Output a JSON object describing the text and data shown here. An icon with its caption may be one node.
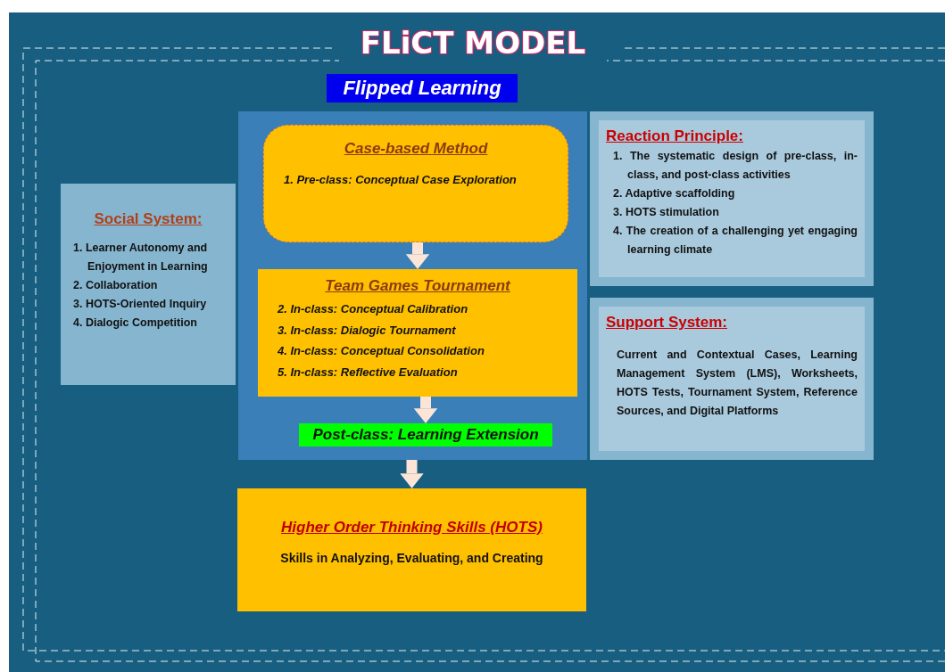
{
  "diagram": {
    "title": "FLiCT MODEL",
    "nodes": [
      {
        "text": [],
        "shape": "box"
      },
      {
        "text": [
          "Case-based Method",
          "1. Pre-class: Conceptual Case Exploration"
        ],
        "in": 0
      },
      {
        "text": [
          "Team Games Tournament",
          "2. In-class: Conceptual Calibration",
          "3. In-class: Dialogic Tournament",
          "4. In-class: Conceptual Consolidation",
          "5. In-class: Reflective Evaluation"
        ],
        "in": 0
      },
      {
        "text": [
          "Post-class: Learning Extension"
        ],
        "in": 0
      },
      {
        "text": [
          "Higher Order Thinking Skills (HOTS)",
          "Skills in Analyzing, Evaluating, and Creating"
        ]
      },
      {
        "text": [
          "Social System:",
          "1. Learner Autonomy and Enjoyment in Learning",
          "2. Collaboration",
          "3. HOTS-Oriented Inquiry",
          "4. Dialogic Competition"
        ]
      },
      {
        "text": [
          "Reaction Principle:",
          "1. The systematic design of pre-class, in-class, and post-class activities",
          "2. Adaptive scaffolding",
          "3. HOTS stimulation",
          "4. The creation of a challenging yet engaging learning climate"
        ]
      },
      {
        "text": [
          "Support System:",
          "Current and Contextual Cases, Learning Management System (LMS), Worksheets, HOTS Tests, Tournament System, Reference Sources, and Digital Platforms"
        ]
      }
    ],
    "edges": [
      {
        "from": 1,
        "to": 2,
        "arrow": "to"
      },
      {
        "from": 2,
        "to": 3,
        "arrow": "to"
      },
      {
        "from": 0,
        "to": 4,
        "arrow": "to"
      }
    ],
    "labels": [
      "Flipped Learning"
    ]
  }
}
